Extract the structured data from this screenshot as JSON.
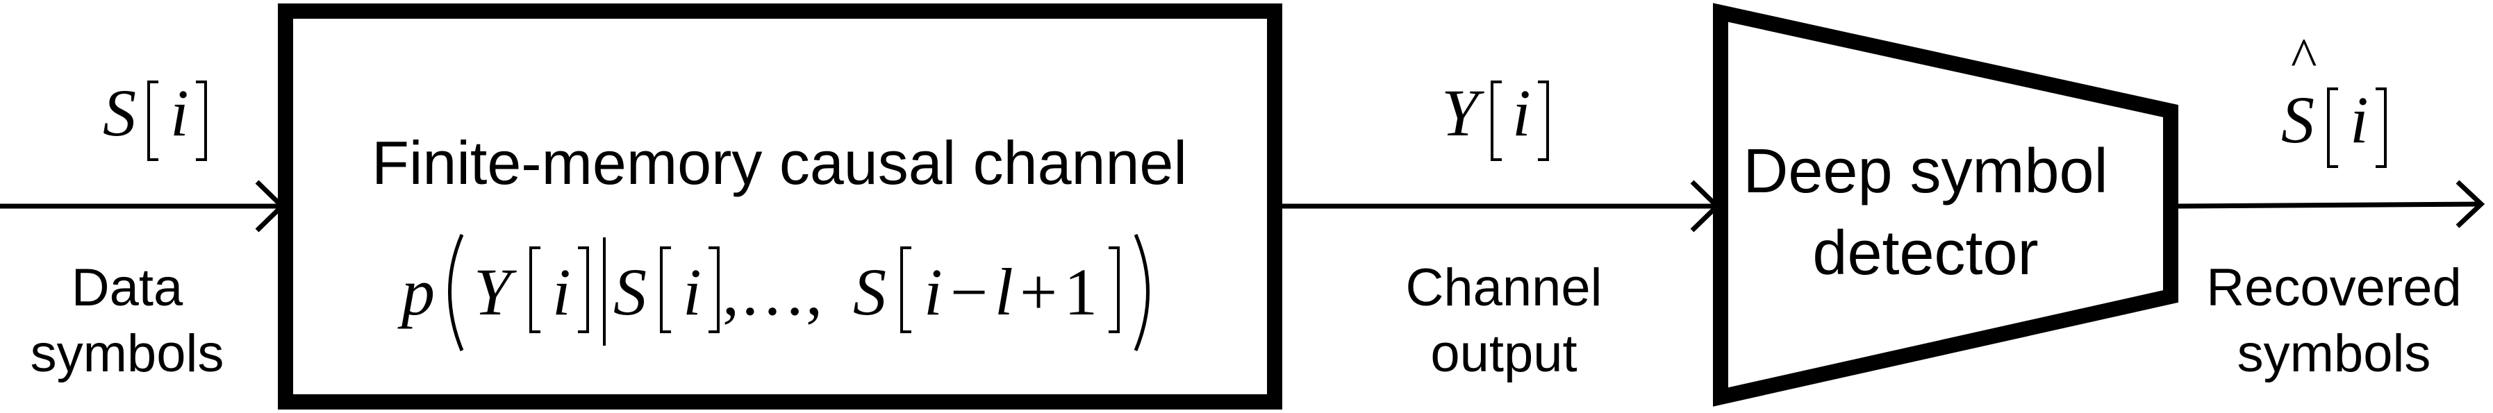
{
  "input_signal": {
    "symbol": "S",
    "index": "i"
  },
  "input_label": {
    "line1": "Data",
    "line2": "symbols"
  },
  "channel_block": {
    "title": "Finite-memory causal channel",
    "formula": {
      "p": "p",
      "Y": "Y",
      "i": "i",
      "S": "S",
      "ellipsis": ",…,",
      "minus": "−",
      "l": "l",
      "plus": "+",
      "one": "1"
    }
  },
  "output_signal": {
    "symbol": "Y",
    "index": "i"
  },
  "output_label": {
    "line1": "Channel",
    "line2": "output"
  },
  "detector_block": {
    "line1": "Deep symbol",
    "line2": "detector"
  },
  "recovered_signal": {
    "symbol": "S",
    "hat": "^",
    "index": "i"
  },
  "recovered_label": {
    "line1": "Recovered",
    "line2": "symbols"
  }
}
